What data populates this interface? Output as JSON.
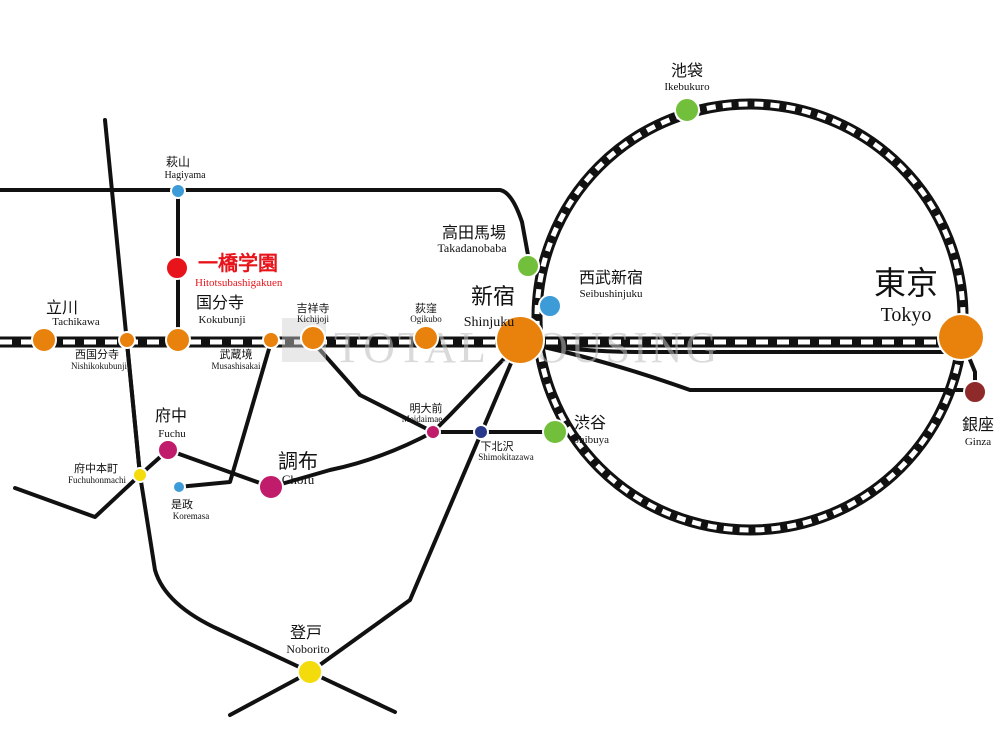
{
  "map": {
    "watermark": "TOTAL HOUSING",
    "colors": {
      "line": "#111111",
      "orange": "#e8820c",
      "green": "#72bf3c",
      "blue": "#3d9bd8",
      "magenta": "#c01c6b",
      "navy": "#2a3a8a",
      "yellow": "#f4dc0c",
      "red": "#e8141b",
      "maroon": "#8e2a2a"
    },
    "stations": [
      {
        "id": "hagiyama",
        "ja": "萩山",
        "en": "Hagiyama",
        "color": "blue"
      },
      {
        "id": "hitotsubashigakuen",
        "ja": "一橋学園",
        "en": "Hitotsubashigakuen",
        "color": "red",
        "highlight": true
      },
      {
        "id": "tachikawa",
        "ja": "立川",
        "en": "Tachikawa",
        "color": "orange"
      },
      {
        "id": "nishikokubunji",
        "ja": "西国分寺",
        "en": "Nishikokubunji",
        "color": "orange"
      },
      {
        "id": "kokubunji",
        "ja": "国分寺",
        "en": "Kokubunji",
        "color": "orange"
      },
      {
        "id": "musashisakai",
        "ja": "武蔵境",
        "en": "Musashisakai",
        "color": "orange"
      },
      {
        "id": "kichijoji",
        "ja": "吉祥寺",
        "en": "Kichijoji",
        "color": "orange"
      },
      {
        "id": "ogikubo",
        "ja": "荻窪",
        "en": "Ogikubo",
        "color": "orange"
      },
      {
        "id": "shinjuku",
        "ja": "新宿",
        "en": "Shinjuku",
        "color": "orange"
      },
      {
        "id": "takadanobaba",
        "ja": "高田馬場",
        "en": "Takadanobaba",
        "color": "green"
      },
      {
        "id": "seibushinjuku",
        "ja": "西武新宿",
        "en": "Seibushinjuku",
        "color": "blue"
      },
      {
        "id": "ikebukuro",
        "ja": "池袋",
        "en": "Ikebukuro",
        "color": "green"
      },
      {
        "id": "tokyo",
        "ja": "東京",
        "en": "Tokyo",
        "color": "orange"
      },
      {
        "id": "ginza",
        "ja": "銀座",
        "en": "Ginza",
        "color": "maroon"
      },
      {
        "id": "shibuya",
        "ja": "渋谷",
        "en": "Shibuya",
        "color": "green"
      },
      {
        "id": "shimokitazawa",
        "ja": "下北沢",
        "en": "Shimokitazawa",
        "color": "navy"
      },
      {
        "id": "meidaimae",
        "ja": "明大前",
        "en": "Meidaimae",
        "color": "magenta"
      },
      {
        "id": "fuchu",
        "ja": "府中",
        "en": "Fuchu",
        "color": "magenta"
      },
      {
        "id": "fuchuhonmachi",
        "ja": "府中本町",
        "en": "Fuchuhonmachi",
        "color": "yellow"
      },
      {
        "id": "koremasa",
        "ja": "是政",
        "en": "Koremasa",
        "color": "blue"
      },
      {
        "id": "chofu",
        "ja": "調布",
        "en": "Chofu",
        "color": "magenta"
      },
      {
        "id": "noborito",
        "ja": "登戸",
        "en": "Noborito",
        "color": "yellow"
      }
    ]
  }
}
